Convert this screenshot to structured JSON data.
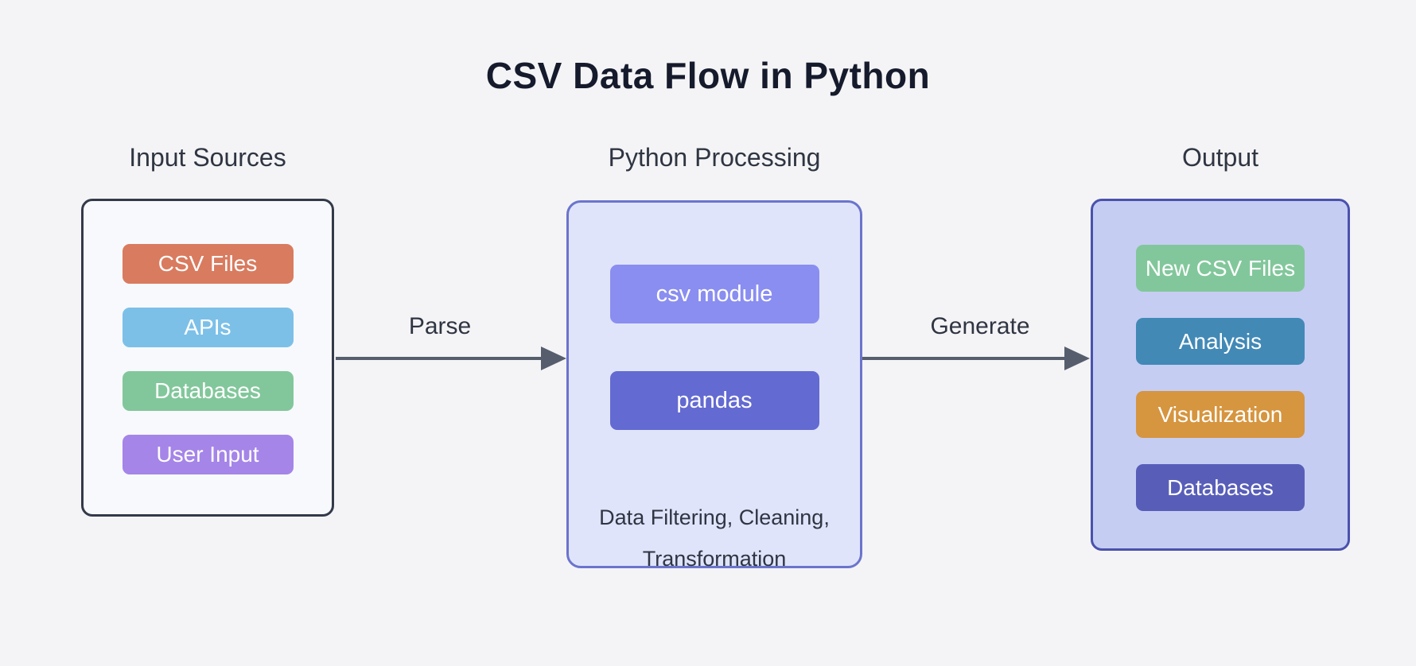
{
  "title": "CSV Data Flow in Python",
  "diagram_type": "flowchart",
  "groups": {
    "input": {
      "label": "Input Sources",
      "items": [
        {
          "label": "CSV Files",
          "color": "#D97B5F"
        },
        {
          "label": "APIs",
          "color": "#7CC0E8"
        },
        {
          "label": "Databases",
          "color": "#82C79B"
        },
        {
          "label": "User Input",
          "color": "#A585E8"
        }
      ]
    },
    "processing": {
      "label": "Python Processing",
      "items": [
        {
          "label": "csv module",
          "color": "#8A8EF0"
        },
        {
          "label": "pandas",
          "color": "#636AD1"
        }
      ],
      "note_line1": "Data Filtering, Cleaning,",
      "note_line2": "Transformation"
    },
    "output": {
      "label": "Output",
      "items": [
        {
          "label": "New CSV Files",
          "color": "#82C79B"
        },
        {
          "label": "Analysis",
          "color": "#4289B6"
        },
        {
          "label": "Visualization",
          "color": "#D6953F"
        },
        {
          "label": "Databases",
          "color": "#585EB8"
        }
      ]
    }
  },
  "edges": {
    "parse": {
      "from": "Input Sources",
      "to": "Python Processing",
      "label": "Parse"
    },
    "generate": {
      "from": "Python Processing",
      "to": "Output",
      "label": "Generate"
    }
  },
  "colors": {
    "page_background": "#F4F4F6",
    "title_text": "#151B2C",
    "label_text": "#2F3542",
    "arrow": "#565E6E",
    "input_box_background": "#F8F9FC",
    "input_box_border": "#333A49",
    "processing_box_background": "#DFE4FB",
    "processing_box_border": "#6B74CC",
    "output_box_background": "#C5CDF3",
    "output_box_border": "#4A51AD"
  }
}
